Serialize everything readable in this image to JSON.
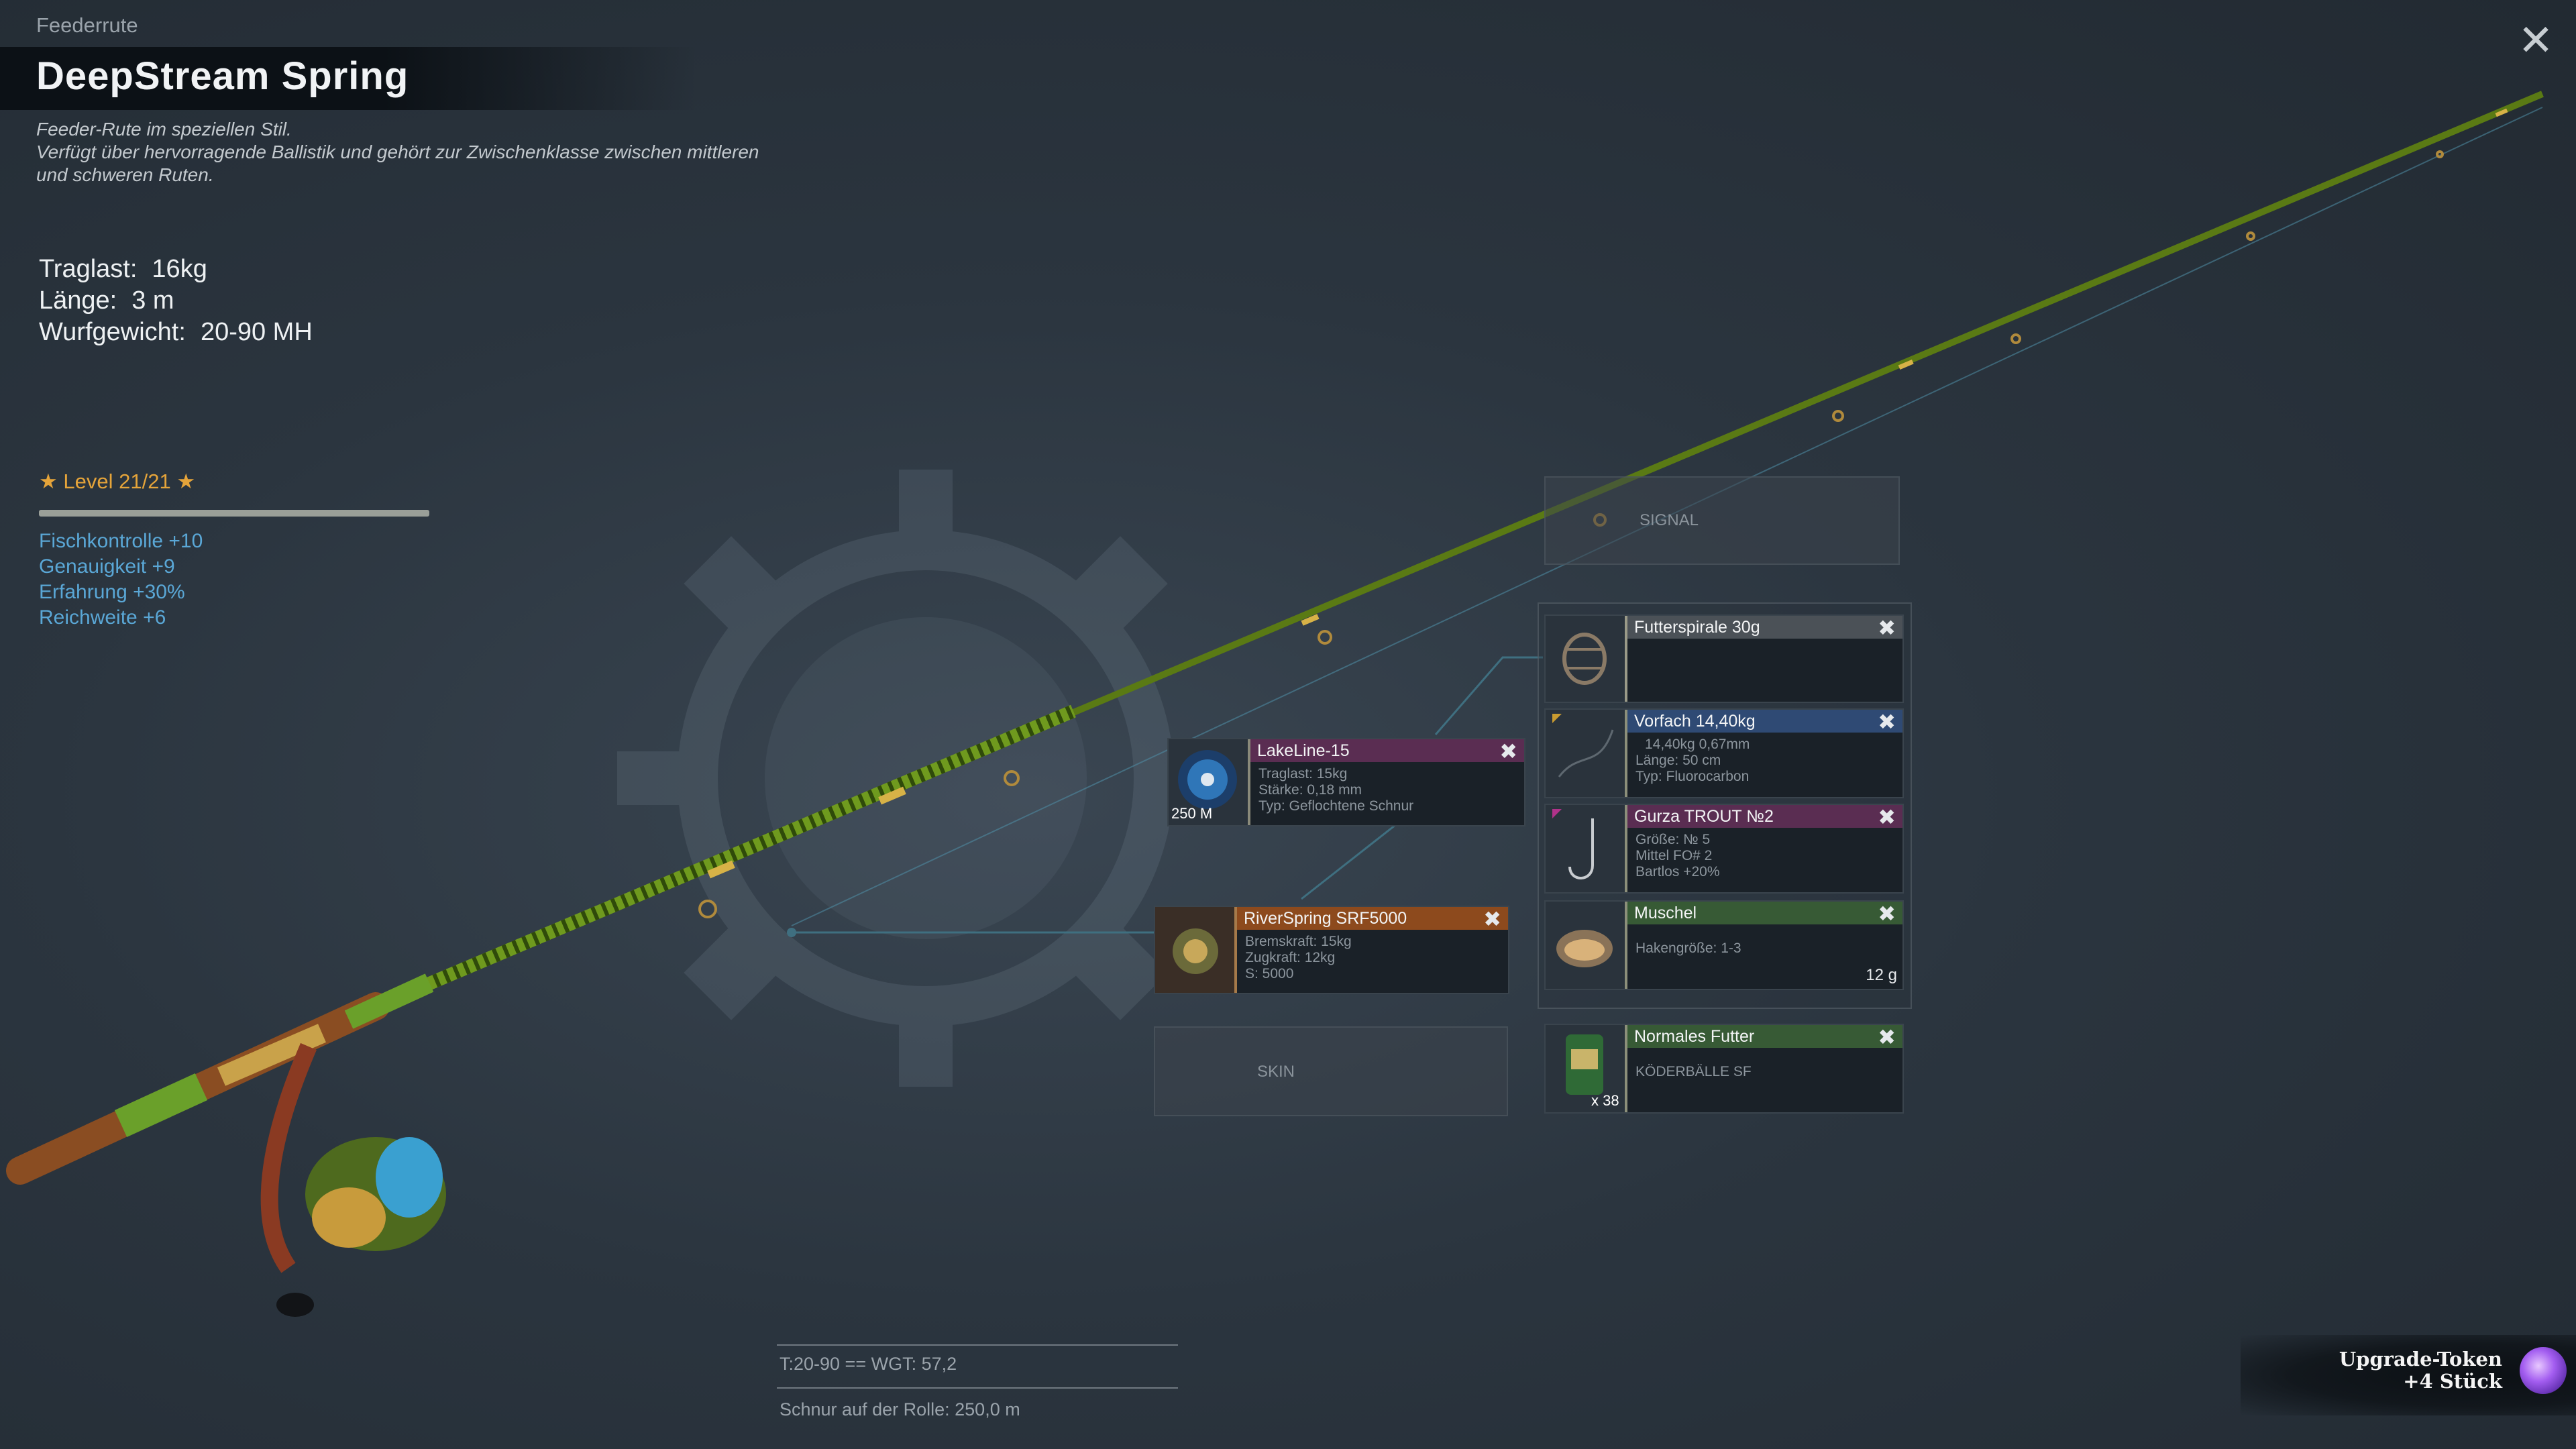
{
  "header": {
    "category": "Feederrute",
    "title": "DeepStream Spring",
    "description": [
      "Feeder-Rute im speziellen Stil.",
      "Verfügt über hervorragende Ballistik und gehört zur Zwischenklasse zwischen mittleren",
      "und schweren Ruten."
    ]
  },
  "stats": [
    {
      "label": "Traglast:",
      "value": "16kg"
    },
    {
      "label": "Länge:",
      "value": "3 m"
    },
    {
      "label": "Wurfgewicht:",
      "value": "20-90 MH"
    }
  ],
  "level": {
    "text": "★ Level 21/21 ★",
    "progress": 1.0,
    "bonuses": [
      "Fischkontrolle +10",
      "Genauigkeit +9",
      "Erfahrung +30%",
      "Reichweite +6"
    ]
  },
  "slots": {
    "signal_label": "SIGNAL",
    "skin_label": "SKIN"
  },
  "line": {
    "name": "LakeLine-15",
    "badge": "250 M",
    "details": [
      "Traglast:   15kg",
      "Stärke:   0,18 mm",
      "Typ: Geflochtene Schnur"
    ]
  },
  "reel": {
    "name": "RiverSpring SRF5000",
    "details": [
      "Bremskraft:   15kg",
      "Zugkraft:   12kg",
      "S: 5000"
    ]
  },
  "feeder": {
    "name": "Futterspirale 30g"
  },
  "leader": {
    "name": "Vorfach  14,40kg",
    "details": [
      "14,40kg   0,67mm",
      "Länge:   50 cm",
      "Typ: Fluorocarbon"
    ]
  },
  "hook": {
    "name": "Gurza TROUT №2",
    "details": [
      "Größe: № 5",
      "Mittel FO# 2",
      "Bartlos +20%"
    ]
  },
  "bait": {
    "name": "Muschel",
    "details": [
      "Hakengröße: 1-3"
    ],
    "qty": "12 g"
  },
  "groundbait": {
    "name": "Normales Futter",
    "details": [
      "KÖDERBÄLLE SF"
    ],
    "badge": "x 38"
  },
  "bottom": {
    "line1": "T:20-90   == WGT: 57,2",
    "line2": "Schnur auf der Rolle: 250,0 m"
  },
  "token": {
    "line1": "Upgrade-Token",
    "line2": "+4 Stück"
  },
  "colors": {
    "accent_orange": "#e5a43a",
    "bonus_blue": "#5aa7d6"
  }
}
